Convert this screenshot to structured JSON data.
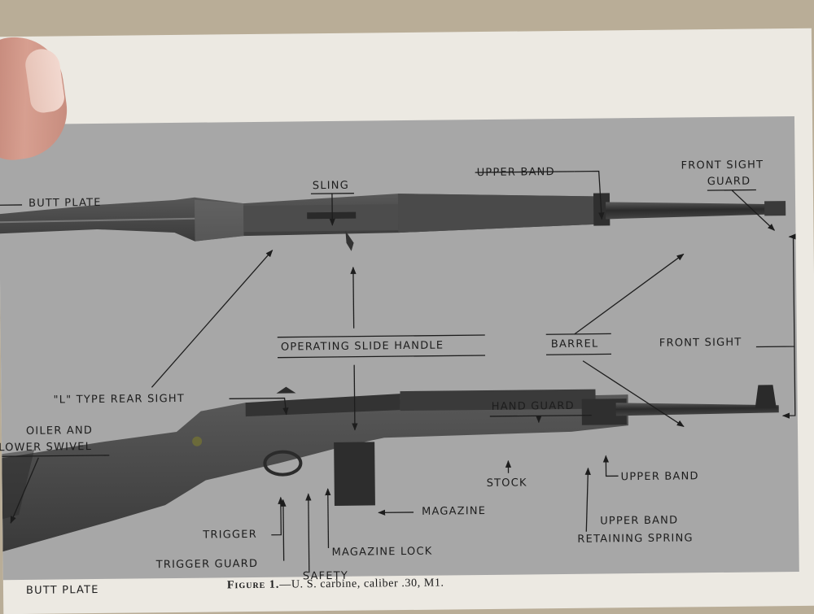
{
  "labels": {
    "sling": "SLING",
    "upper_band_top": "UPPER BAND",
    "front_sight_guard_1": "FRONT SIGHT",
    "front_sight_guard_2": "GUARD",
    "butt_plate_top": "BUTT PLATE",
    "operating_slide_handle": "OPERATING SLIDE HANDLE",
    "barrel": "BARREL",
    "front_sight": "FRONT SIGHT",
    "rear_sight": "\"L\" TYPE REAR SIGHT",
    "hand_guard": "HAND GUARD",
    "oiler_1": "OILER AND",
    "oiler_2": "LOWER SWIVEL",
    "stock": "STOCK",
    "upper_band_bottom": "UPPER BAND",
    "magazine": "MAGAZINE",
    "trigger": "TRIGGER",
    "upper_band_spring_1": "UPPER BAND",
    "upper_band_spring_2": "RETAINING SPRING",
    "magazine_lock": "MAGAZINE LOCK",
    "trigger_guard": "TRIGGER GUARD",
    "safety": "SAFETY",
    "butt_plate_bottom": "BUTT PLATE"
  },
  "caption": {
    "prefix": "Figure 1.",
    "text": "—U. S. carbine, caliber .30, M1."
  }
}
